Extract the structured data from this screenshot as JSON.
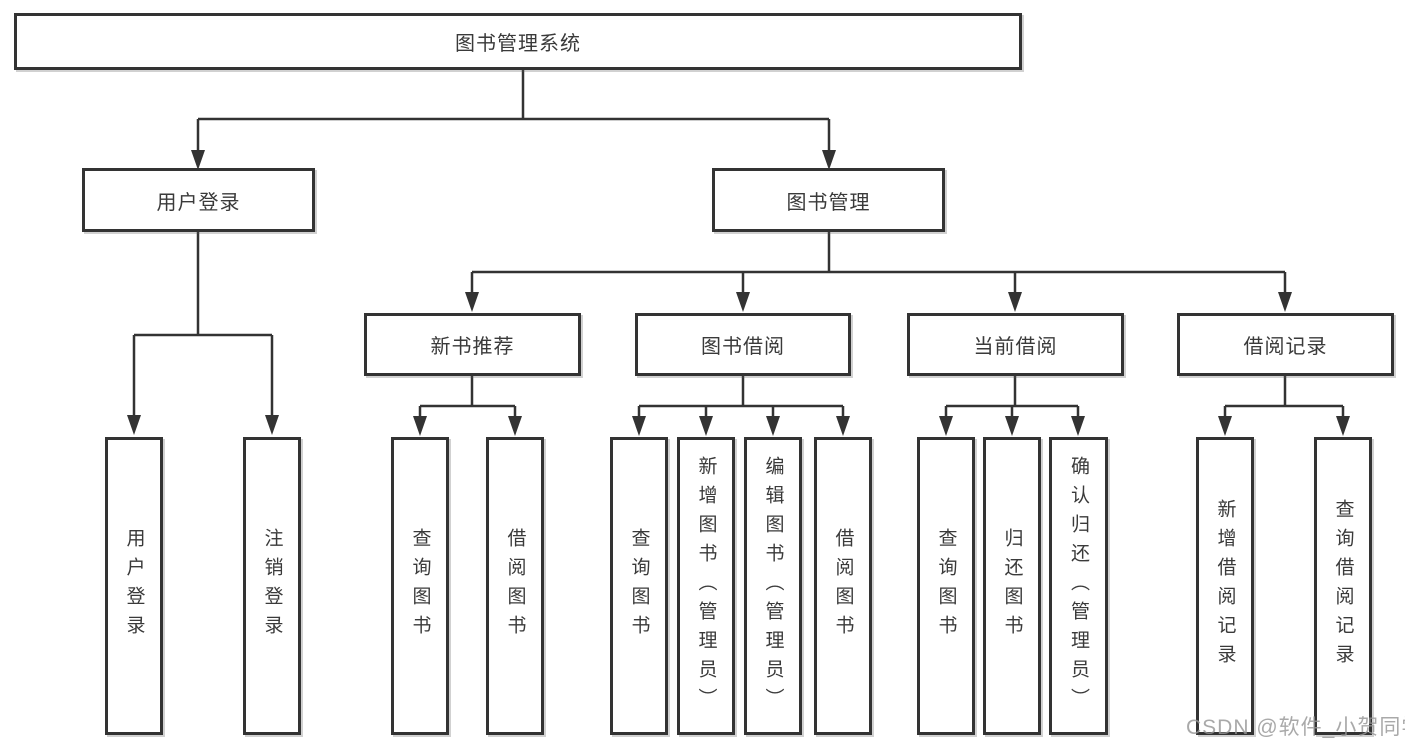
{
  "diagram_type": "hierarchy-tree",
  "tree": {
    "label": "图书管理系统",
    "children": [
      {
        "label": "用户登录",
        "children": [
          {
            "label": "用户登录"
          },
          {
            "label": "注销登录"
          }
        ]
      },
      {
        "label": "图书管理",
        "children": [
          {
            "label": "新书推荐",
            "children": [
              {
                "label": "查询图书"
              },
              {
                "label": "借阅图书"
              }
            ]
          },
          {
            "label": "图书借阅",
            "children": [
              {
                "label": "查询图书"
              },
              {
                "label": "新增图书（管理员）"
              },
              {
                "label": "编辑图书（管理员）"
              },
              {
                "label": "借阅图书"
              }
            ]
          },
          {
            "label": "当前借阅",
            "children": [
              {
                "label": "查询图书"
              },
              {
                "label": "归还图书"
              },
              {
                "label": "确认归还（管理员）"
              }
            ]
          },
          {
            "label": "借阅记录",
            "children": [
              {
                "label": "新增借阅记录"
              },
              {
                "label": "查询借阅记录"
              }
            ]
          }
        ]
      }
    ]
  },
  "watermark": {
    "text": "CSDN @软件_小贺同学"
  },
  "colors": {
    "line": "#333333",
    "box_border": "#333333",
    "box_fill": "#ffffff",
    "text": "#3a3a3a",
    "watermark": "#969696",
    "background": "#ffffff"
  }
}
